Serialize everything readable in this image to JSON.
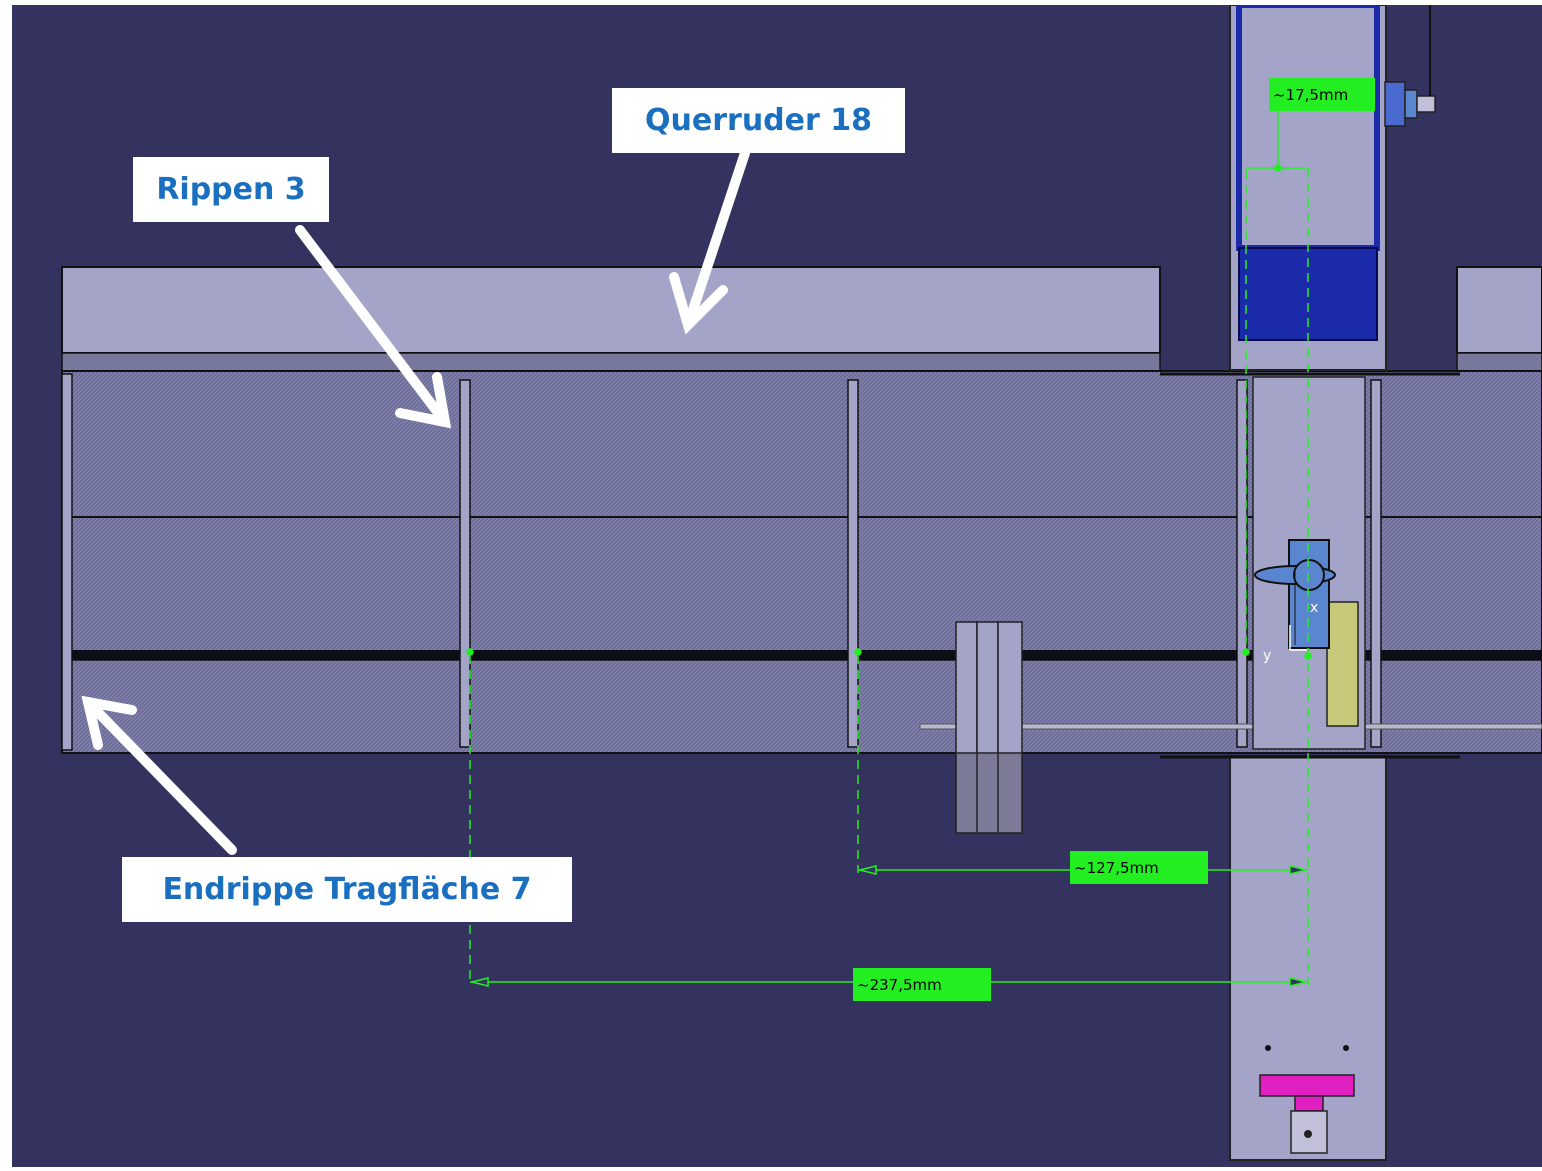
{
  "callouts": {
    "aileron": "Querruder 18",
    "ribs": "Rippen 3",
    "end_rib": "Endrippe Tragfläche 7"
  },
  "dimensions": {
    "top": "~17,5mm",
    "middle": "~127,5mm",
    "bottom": "~237,5mm"
  },
  "axis_labels": {
    "x": "x",
    "y": "y"
  },
  "colors": {
    "background": "#343360",
    "wing": "#a4a4c8",
    "dimension_green": "#22ee22",
    "callout_text": "#1a6fc0",
    "servo_blue": "#5a86cf",
    "frame_blue": "#1a2aa8",
    "magenta": "#e020c0"
  }
}
